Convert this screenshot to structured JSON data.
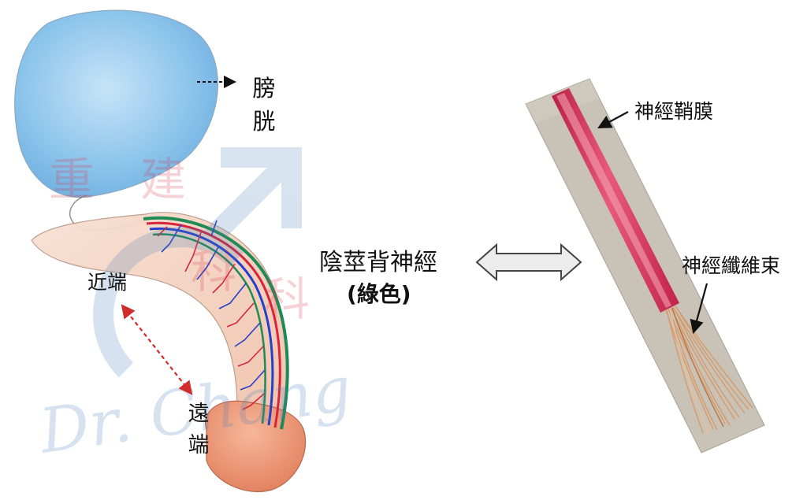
{
  "labels": {
    "bladder": [
      "膀",
      "胱"
    ],
    "proximal": "近端",
    "distal": [
      "遠",
      "端"
    ],
    "dorsal_nerve": "陰莖背神經",
    "green_note": "(綠色)",
    "nerve_sheath": "神經鞘膜",
    "nerve_fiber_bundle": "神經纖維束"
  },
  "watermark": {
    "cn_chars": [
      "重",
      "建",
      "科",
      "科"
    ],
    "signature": "Dr. Chang"
  },
  "colors": {
    "bladder": "#8fc6ec",
    "shaft": "#f3cbb6",
    "glans": "#ef9a78",
    "nerve_green": "#1f8a55",
    "artery_red": "#d6243a",
    "vein_blue": "#2540c8",
    "cable_red": "#d8345a",
    "copper": "#d79a6a",
    "background_photo": "#c9c2b6",
    "dashed_red": "#d22b2b"
  },
  "icons": [
    "double-arrow-icon",
    "arrow-icon"
  ]
}
